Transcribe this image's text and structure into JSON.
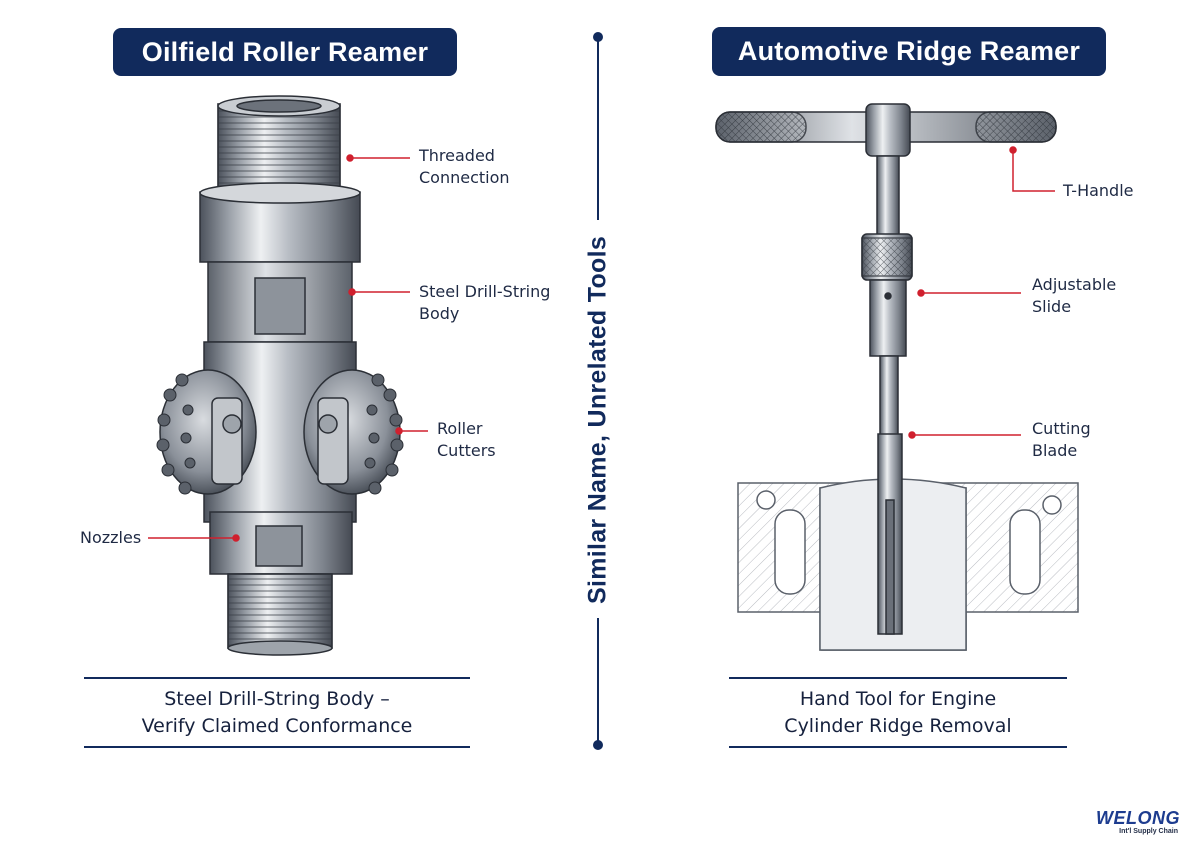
{
  "left": {
    "title": "Oilfield Roller Reamer",
    "callouts": {
      "threaded": [
        "Threaded",
        "Connection"
      ],
      "body": [
        "Steel Drill-String",
        "Body"
      ],
      "cutters": [
        "Roller",
        "Cutters"
      ],
      "nozzles": "Nozzles"
    },
    "caption": [
      "Steel Drill-String Body –",
      "Verify Claimed Conformance"
    ]
  },
  "right": {
    "title": "Automotive Ridge Reamer",
    "callouts": {
      "handle": "T-Handle",
      "slide": [
        "Adjustable",
        "Slide"
      ],
      "blade": [
        "Cutting",
        "Blade"
      ]
    },
    "caption": [
      "Hand Tool for Engine",
      "Cylinder Ridge Removal"
    ]
  },
  "divider_text": "Similar Name, Unrelated Tools",
  "logo": {
    "name": "WELONG",
    "tagline": "Int'l Supply Chain"
  },
  "colors": {
    "navy": "#112a5c",
    "callout_red": "#d0202e",
    "steel_dark": "#5a606a",
    "steel_light": "#e8eaed"
  }
}
